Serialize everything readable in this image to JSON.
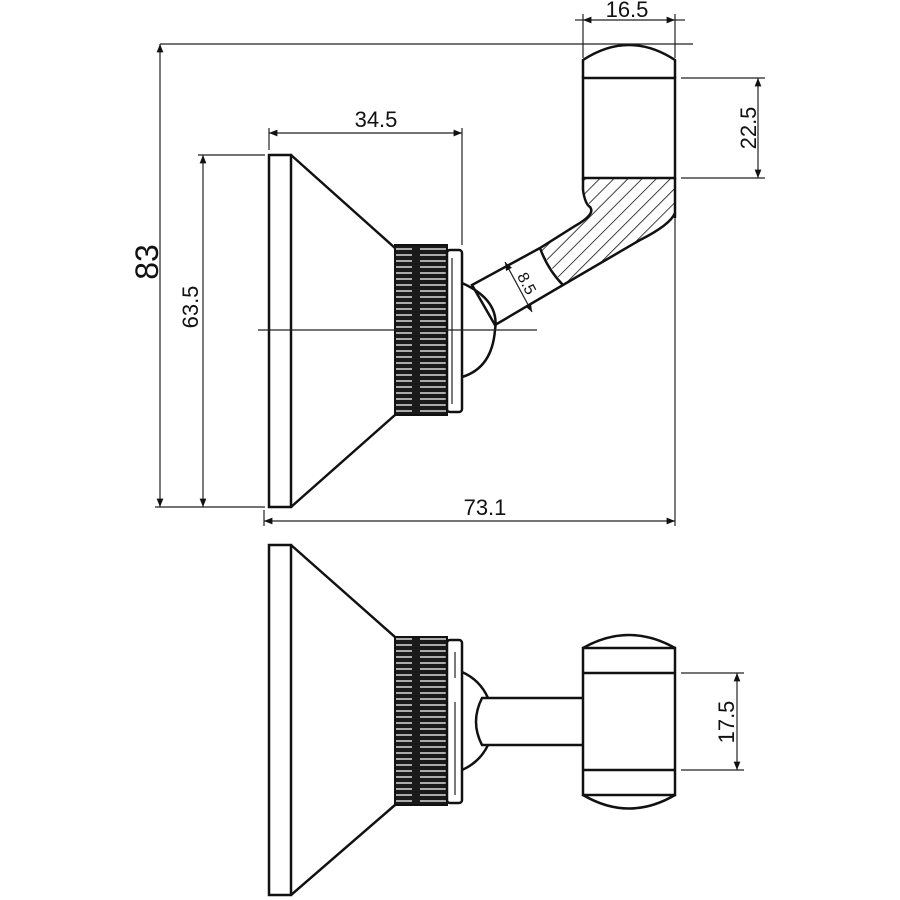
{
  "drawing": {
    "dimensions": {
      "overall_height": "83",
      "plate_height": "63.5",
      "base_depth": "34.5",
      "head_width": "16.5",
      "head_height": "22.5",
      "arm_diameter": "8.5",
      "overall_depth": "73.1",
      "head_height_front": "17.5"
    },
    "colors": {
      "line": "#111111",
      "knurl": "#1a1a1a"
    }
  }
}
